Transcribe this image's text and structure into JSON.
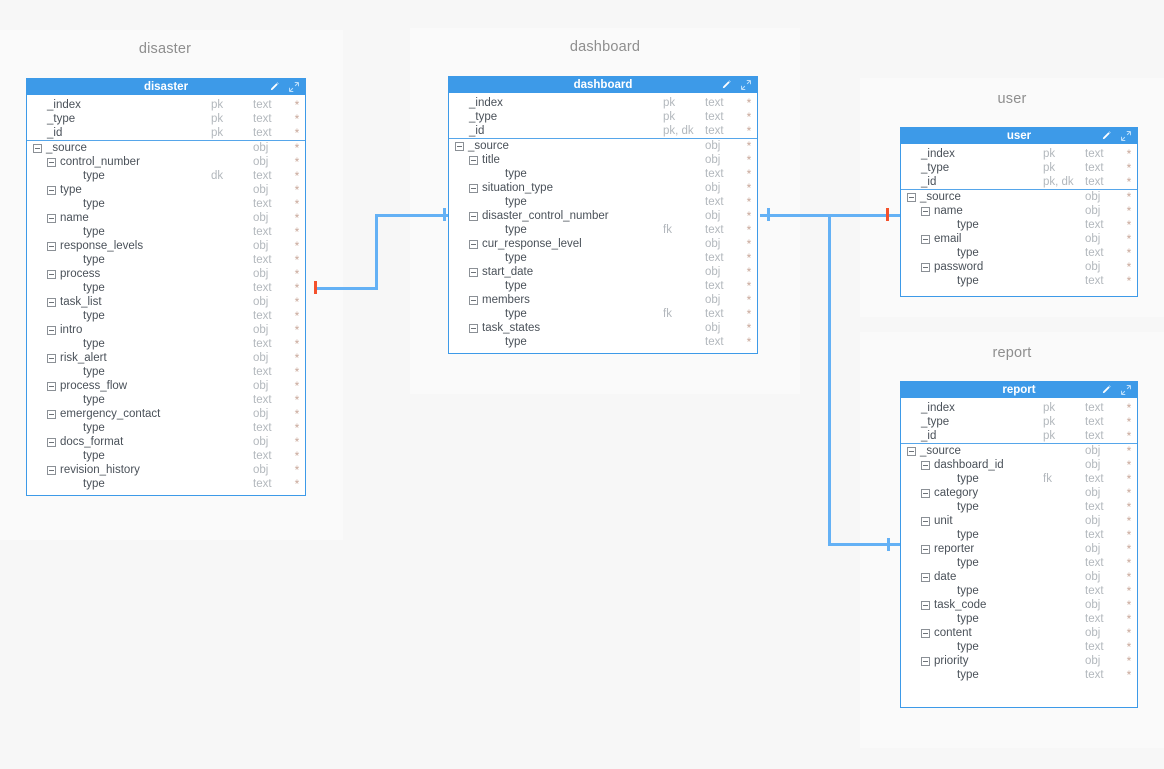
{
  "diagram": {
    "type": "entity-relationship-diagram",
    "background_color": "#f7f7f7",
    "accent_color": "#3d9ae8",
    "link_color": "#64b1f5",
    "marker_color": "#f4512c"
  },
  "groups": [
    {
      "label": "disaster"
    },
    {
      "label": "dashboard"
    },
    {
      "label": "user"
    },
    {
      "label": "report"
    }
  ],
  "icons": {
    "edit": "pencil-icon",
    "expand": "expand-icon",
    "collapse_node": "minus-box-icon",
    "required": "*"
  },
  "tables": [
    {
      "id": "disaster",
      "title": "disaster",
      "rows": [
        {
          "name": "_index",
          "indent": 1,
          "node": false,
          "key": "pk",
          "type": "text",
          "star": "*"
        },
        {
          "name": "_type",
          "indent": 1,
          "node": false,
          "key": "pk",
          "type": "text",
          "star": "*"
        },
        {
          "name": "_id",
          "indent": 1,
          "node": false,
          "key": "pk",
          "type": "text",
          "star": "*",
          "sep": true
        },
        {
          "name": "_source",
          "indent": 0,
          "node": true,
          "key": "",
          "type": "obj",
          "star": "*"
        },
        {
          "name": "control_number",
          "indent": 1,
          "node": true,
          "key": "",
          "type": "obj",
          "star": "*"
        },
        {
          "name": "type",
          "indent": 3,
          "node": false,
          "key": "dk",
          "type": "text",
          "star": "*"
        },
        {
          "name": "type",
          "indent": 1,
          "node": true,
          "key": "",
          "type": "obj",
          "star": "*"
        },
        {
          "name": "type",
          "indent": 3,
          "node": false,
          "key": "",
          "type": "text",
          "star": "*"
        },
        {
          "name": "name",
          "indent": 1,
          "node": true,
          "key": "",
          "type": "obj",
          "star": "*"
        },
        {
          "name": "type",
          "indent": 3,
          "node": false,
          "key": "",
          "type": "text",
          "star": "*"
        },
        {
          "name": "response_levels",
          "indent": 1,
          "node": true,
          "key": "",
          "type": "obj",
          "star": "*"
        },
        {
          "name": "type",
          "indent": 3,
          "node": false,
          "key": "",
          "type": "text",
          "star": "*"
        },
        {
          "name": "process",
          "indent": 1,
          "node": true,
          "key": "",
          "type": "obj",
          "star": "*"
        },
        {
          "name": "type",
          "indent": 3,
          "node": false,
          "key": "",
          "type": "text",
          "star": "*"
        },
        {
          "name": "task_list",
          "indent": 1,
          "node": true,
          "key": "",
          "type": "obj",
          "star": "*"
        },
        {
          "name": "type",
          "indent": 3,
          "node": false,
          "key": "",
          "type": "text",
          "star": "*"
        },
        {
          "name": "intro",
          "indent": 1,
          "node": true,
          "key": "",
          "type": "obj",
          "star": "*"
        },
        {
          "name": "type",
          "indent": 3,
          "node": false,
          "key": "",
          "type": "text",
          "star": "*"
        },
        {
          "name": "risk_alert",
          "indent": 1,
          "node": true,
          "key": "",
          "type": "obj",
          "star": "*"
        },
        {
          "name": "type",
          "indent": 3,
          "node": false,
          "key": "",
          "type": "text",
          "star": "*"
        },
        {
          "name": "process_flow",
          "indent": 1,
          "node": true,
          "key": "",
          "type": "obj",
          "star": "*"
        },
        {
          "name": "type",
          "indent": 3,
          "node": false,
          "key": "",
          "type": "text",
          "star": "*"
        },
        {
          "name": "emergency_contact",
          "indent": 1,
          "node": true,
          "key": "",
          "type": "obj",
          "star": "*"
        },
        {
          "name": "type",
          "indent": 3,
          "node": false,
          "key": "",
          "type": "text",
          "star": "*"
        },
        {
          "name": "docs_format",
          "indent": 1,
          "node": true,
          "key": "",
          "type": "obj",
          "star": "*"
        },
        {
          "name": "type",
          "indent": 3,
          "node": false,
          "key": "",
          "type": "text",
          "star": "*"
        },
        {
          "name": "revision_history",
          "indent": 1,
          "node": true,
          "key": "",
          "type": "obj",
          "star": "*"
        },
        {
          "name": "type",
          "indent": 3,
          "node": false,
          "key": "",
          "type": "text",
          "star": "*"
        }
      ]
    },
    {
      "id": "dashboard",
      "title": "dashboard",
      "rows": [
        {
          "name": "_index",
          "indent": 1,
          "node": false,
          "key": "pk",
          "type": "text",
          "star": "*"
        },
        {
          "name": "_type",
          "indent": 1,
          "node": false,
          "key": "pk",
          "type": "text",
          "star": "*"
        },
        {
          "name": "_id",
          "indent": 1,
          "node": false,
          "key": "pk, dk",
          "type": "text",
          "star": "*",
          "sep": true
        },
        {
          "name": "_source",
          "indent": 0,
          "node": true,
          "key": "",
          "type": "obj",
          "star": "*"
        },
        {
          "name": "title",
          "indent": 1,
          "node": true,
          "key": "",
          "type": "obj",
          "star": "*"
        },
        {
          "name": "type",
          "indent": 3,
          "node": false,
          "key": "",
          "type": "text",
          "star": "*"
        },
        {
          "name": "situation_type",
          "indent": 1,
          "node": true,
          "key": "",
          "type": "obj",
          "star": "*"
        },
        {
          "name": "type",
          "indent": 3,
          "node": false,
          "key": "",
          "type": "text",
          "star": "*"
        },
        {
          "name": "disaster_control_number",
          "indent": 1,
          "node": true,
          "key": "",
          "type": "obj",
          "star": "*"
        },
        {
          "name": "type",
          "indent": 3,
          "node": false,
          "key": "fk",
          "type": "text",
          "star": "*"
        },
        {
          "name": "cur_response_level",
          "indent": 1,
          "node": true,
          "key": "",
          "type": "obj",
          "star": "*"
        },
        {
          "name": "type",
          "indent": 3,
          "node": false,
          "key": "",
          "type": "text",
          "star": "*"
        },
        {
          "name": "start_date",
          "indent": 1,
          "node": true,
          "key": "",
          "type": "obj",
          "star": "*"
        },
        {
          "name": "type",
          "indent": 3,
          "node": false,
          "key": "",
          "type": "text",
          "star": "*"
        },
        {
          "name": "members",
          "indent": 1,
          "node": true,
          "key": "",
          "type": "obj",
          "star": "*"
        },
        {
          "name": "type",
          "indent": 3,
          "node": false,
          "key": "fk",
          "type": "text",
          "star": "*"
        },
        {
          "name": "task_states",
          "indent": 1,
          "node": true,
          "key": "",
          "type": "obj",
          "star": "*"
        },
        {
          "name": "type",
          "indent": 3,
          "node": false,
          "key": "",
          "type": "text",
          "star": "*"
        }
      ]
    },
    {
      "id": "user",
      "title": "user",
      "rows": [
        {
          "name": "_index",
          "indent": 1,
          "node": false,
          "key": "pk",
          "type": "text",
          "star": "*"
        },
        {
          "name": "_type",
          "indent": 1,
          "node": false,
          "key": "pk",
          "type": "text",
          "star": "*"
        },
        {
          "name": "_id",
          "indent": 1,
          "node": false,
          "key": "pk, dk",
          "type": "text",
          "star": "*",
          "sep": true
        },
        {
          "name": "_source",
          "indent": 0,
          "node": true,
          "key": "",
          "type": "obj",
          "star": "*"
        },
        {
          "name": "name",
          "indent": 1,
          "node": true,
          "key": "",
          "type": "obj",
          "star": "*"
        },
        {
          "name": "type",
          "indent": 3,
          "node": false,
          "key": "",
          "type": "text",
          "star": "*"
        },
        {
          "name": "email",
          "indent": 1,
          "node": true,
          "key": "",
          "type": "obj",
          "star": "*"
        },
        {
          "name": "type",
          "indent": 3,
          "node": false,
          "key": "",
          "type": "text",
          "star": "*"
        },
        {
          "name": "password",
          "indent": 1,
          "node": true,
          "key": "",
          "type": "obj",
          "star": "*"
        },
        {
          "name": "type",
          "indent": 3,
          "node": false,
          "key": "",
          "type": "text",
          "star": "*"
        }
      ]
    },
    {
      "id": "report",
      "title": "report",
      "rows": [
        {
          "name": "_index",
          "indent": 1,
          "node": false,
          "key": "pk",
          "type": "text",
          "star": "*"
        },
        {
          "name": "_type",
          "indent": 1,
          "node": false,
          "key": "pk",
          "type": "text",
          "star": "*"
        },
        {
          "name": "_id",
          "indent": 1,
          "node": false,
          "key": "pk",
          "type": "text",
          "star": "*",
          "sep": true
        },
        {
          "name": "_source",
          "indent": 0,
          "node": true,
          "key": "",
          "type": "obj",
          "star": "*"
        },
        {
          "name": "dashboard_id",
          "indent": 1,
          "node": true,
          "key": "",
          "type": "obj",
          "star": "*"
        },
        {
          "name": "type",
          "indent": 3,
          "node": false,
          "key": "fk",
          "type": "text",
          "star": "*"
        },
        {
          "name": "category",
          "indent": 1,
          "node": true,
          "key": "",
          "type": "obj",
          "star": "*"
        },
        {
          "name": "type",
          "indent": 3,
          "node": false,
          "key": "",
          "type": "text",
          "star": "*"
        },
        {
          "name": "unit",
          "indent": 1,
          "node": true,
          "key": "",
          "type": "obj",
          "star": "*"
        },
        {
          "name": "type",
          "indent": 3,
          "node": false,
          "key": "",
          "type": "text",
          "star": "*"
        },
        {
          "name": "reporter",
          "indent": 1,
          "node": true,
          "key": "",
          "type": "obj",
          "star": "*"
        },
        {
          "name": "type",
          "indent": 3,
          "node": false,
          "key": "",
          "type": "text",
          "star": "*"
        },
        {
          "name": "date",
          "indent": 1,
          "node": true,
          "key": "",
          "type": "obj",
          "star": "*"
        },
        {
          "name": "type",
          "indent": 3,
          "node": false,
          "key": "",
          "type": "text",
          "star": "*"
        },
        {
          "name": "task_code",
          "indent": 1,
          "node": true,
          "key": "",
          "type": "obj",
          "star": "*"
        },
        {
          "name": "type",
          "indent": 3,
          "node": false,
          "key": "",
          "type": "text",
          "star": "*"
        },
        {
          "name": "content",
          "indent": 1,
          "node": true,
          "key": "",
          "type": "obj",
          "star": "*"
        },
        {
          "name": "type",
          "indent": 3,
          "node": false,
          "key": "",
          "type": "text",
          "star": "*"
        },
        {
          "name": "priority",
          "indent": 1,
          "node": true,
          "key": "",
          "type": "obj",
          "star": "*"
        },
        {
          "name": "type",
          "indent": 3,
          "node": false,
          "key": "",
          "type": "text",
          "star": "*"
        }
      ]
    }
  ],
  "relationships": [
    {
      "from": "disaster",
      "to": "dashboard",
      "from_marker": "crow-foot-one",
      "to_marker": "crow-foot-many"
    },
    {
      "from": "dashboard",
      "to": "user",
      "from_marker": "crow-foot-many",
      "to_marker": "crow-foot-one"
    },
    {
      "from": "dashboard",
      "to": "report",
      "from_marker": "crow-foot-many",
      "to_marker": "crow-foot-many"
    }
  ]
}
